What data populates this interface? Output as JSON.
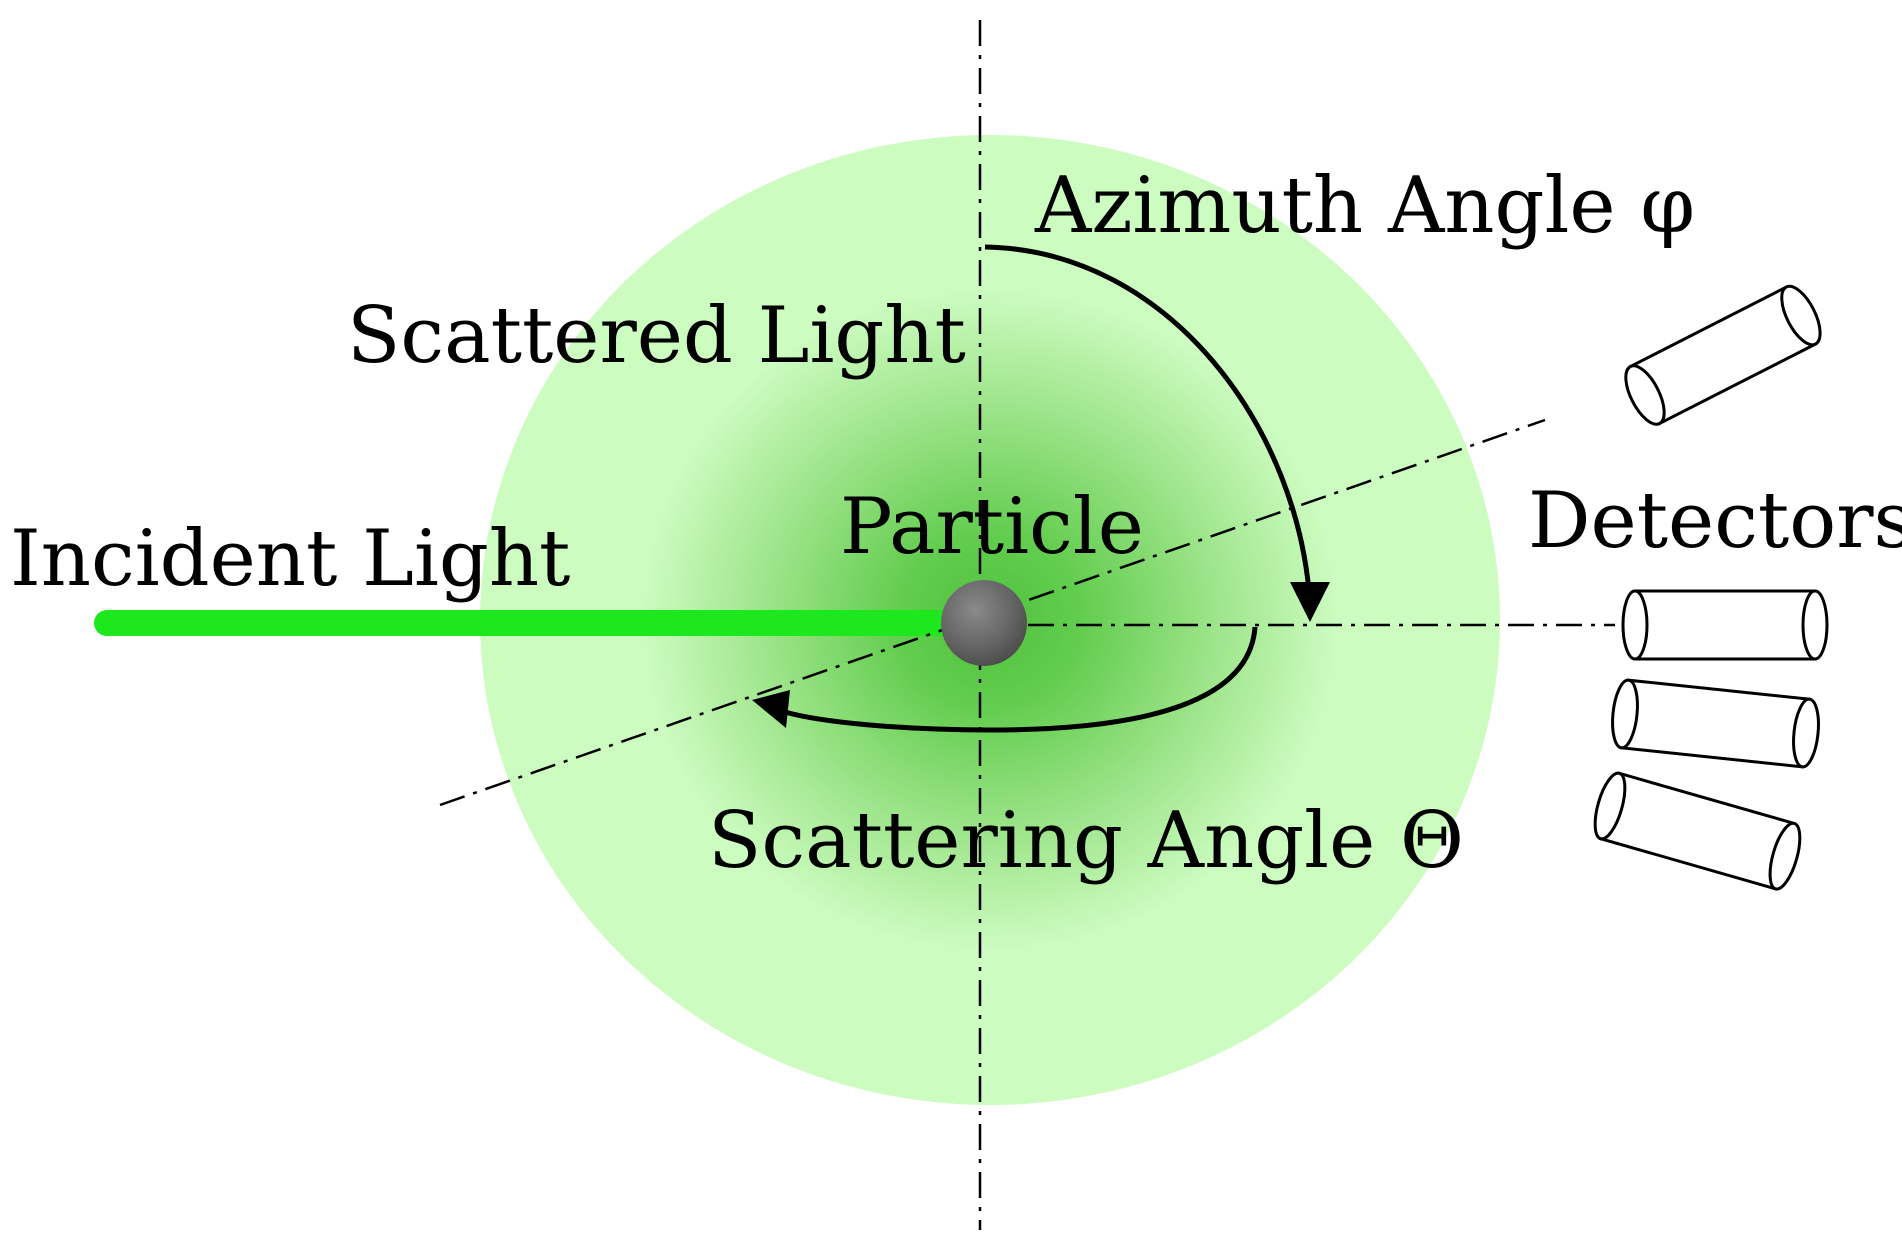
{
  "labels": {
    "azimuth": "Azimuth Angle φ",
    "scattered": "Scattered Light",
    "particle": "Particle",
    "incident": "Incident Light",
    "detectors": "Detectors",
    "scattering": "Scattering Angle Θ"
  },
  "colors": {
    "halo_outer": "#ccfcc0",
    "halo_inner": "#5fcc4c",
    "beam": "#1de81d",
    "particle": "#666666",
    "lines": "#000000"
  },
  "icons": [
    "particle-sphere",
    "detector-cylinder"
  ]
}
